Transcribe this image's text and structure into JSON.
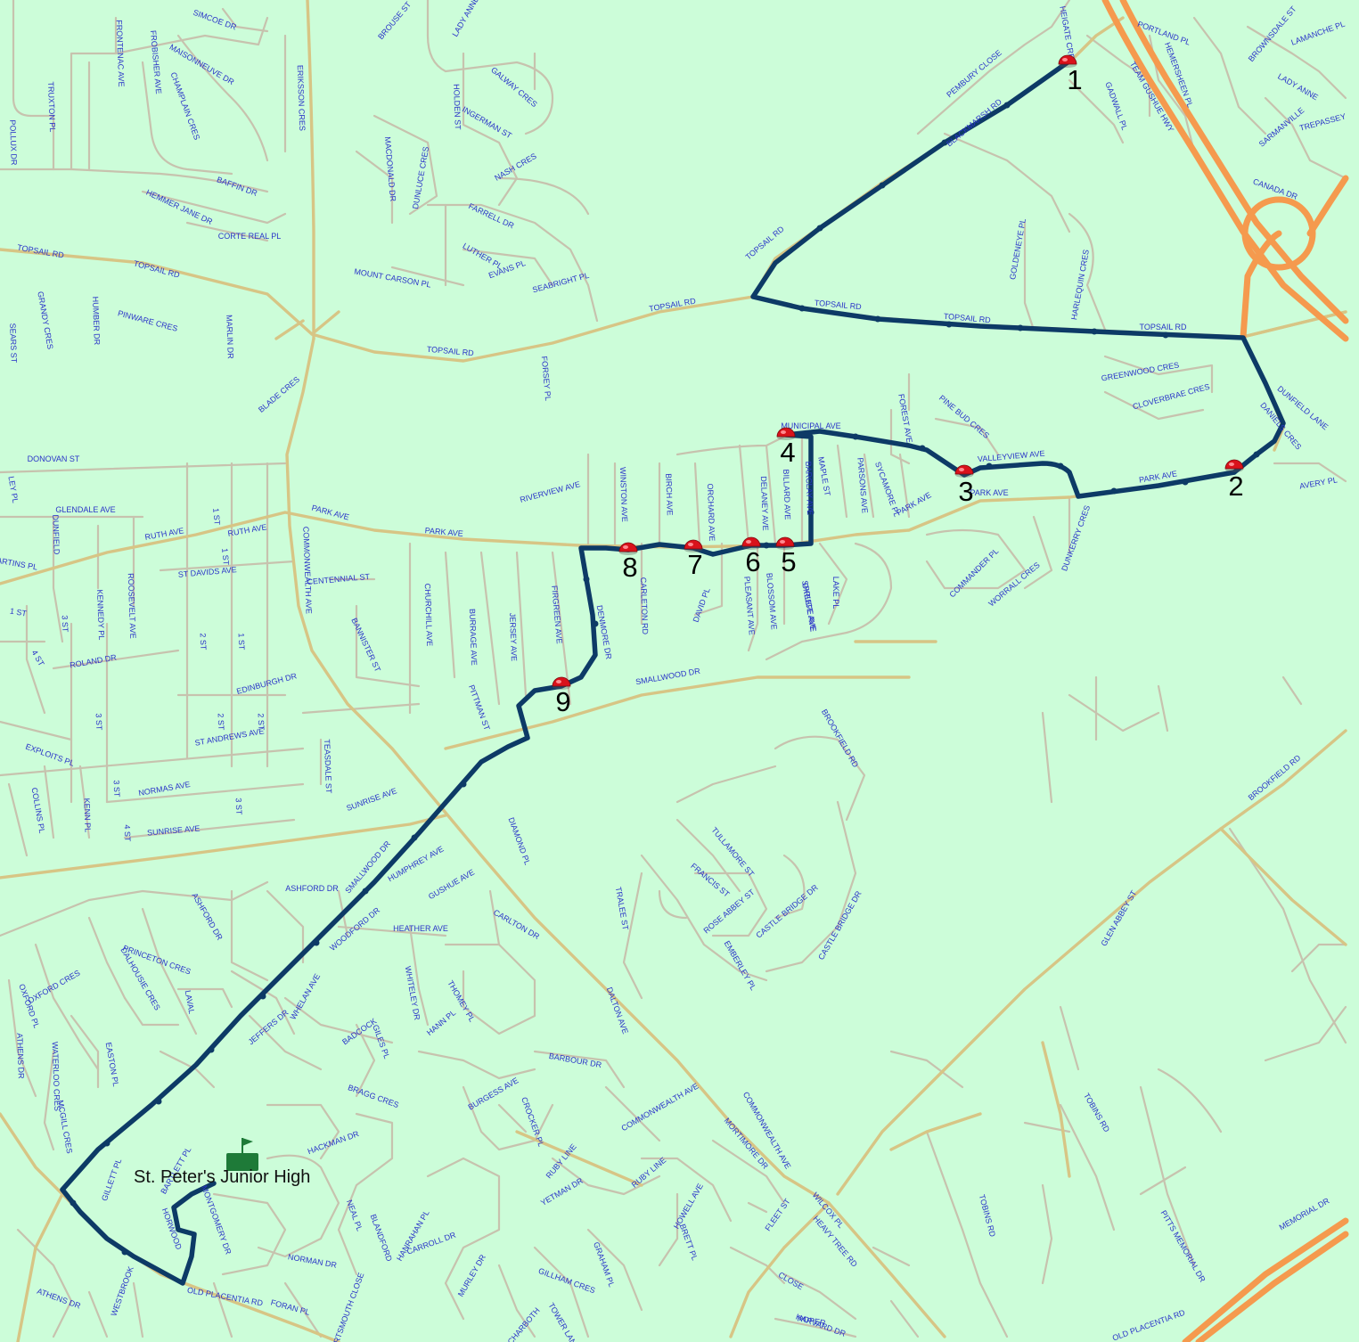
{
  "colors": {
    "background": "#ccfdd9",
    "minor_road": "#c7c2ae",
    "major_road": "#d7c585",
    "highway": "#f59a4e",
    "route": "#0d3a66",
    "stop_marker": "#d9121b",
    "street_label": "#2a34c8",
    "school_flag": "#1e7a38"
  },
  "school": {
    "label": "St. Peter's Junior High",
    "icon": "flag-icon"
  },
  "stops": [
    "1",
    "2",
    "3",
    "4",
    "5",
    "6",
    "7",
    "8",
    "9"
  ],
  "streets": [
    "SIMCOE DR",
    "BROUSE ST",
    "LADY ANNE",
    "FRONTENAC AVE",
    "FROBISHER AVE",
    "MAISONNEUVE DR",
    "CHAMPLAIN CRES",
    "ERIKSSON CRES",
    "TRUXTON PL",
    "POLLUX DR",
    "HOLDEN ST",
    "GALWAY CRES",
    "INGERMAN ST",
    "MACDONALD DR",
    "DUNLUCE CRES",
    "NASH CRES",
    "BAFFIN DR",
    "HEMMER JANE DR",
    "CORTE REAL PL",
    "FARRELL DR",
    "TOPSAIL RD",
    "TOPSAIL RD",
    "LUTHER PL",
    "EVANS PL",
    "MOUNT CARSON PL",
    "SEABRIGHT PL",
    "TOPSAIL RD",
    "TOPSAIL RD",
    "TOPSAIL RD",
    "TOPSAIL RD",
    "TOPSAIL RD",
    "TOPSAIL RD",
    "GRANDY CRES",
    "PINWARE CRES",
    "HUMBER DR",
    "MARLIN DR",
    "BLADE CRES",
    "FORSEY PL",
    "PEMBURY CLOSE",
    "BLACKMARSH RD",
    "GADWALL PL",
    "HEIGATE CRES",
    "HEMERSHEEN PL",
    "TEAM GUSHUE HWY",
    "PORTLAND PL",
    "BROWNSDALE ST",
    "LAMANCHE PL",
    "SARMANVILLE",
    "TREPASSEY",
    "CANADA DR",
    "GOLDENEYE PL",
    "HARLEQUIN CRES",
    "GREENWOOD CRES",
    "CLOVERBRAE CRES",
    "DUNFIELD LANE",
    "AVERY PL",
    "PARK AVE",
    "PARK AVE",
    "PARK AVE",
    "PARK AVE",
    "PARK AVE",
    "RUTH AVE",
    "RUTH AVE",
    "GLENDALE AVE",
    "DONOVAN ST",
    "ST DAVIDS AVE",
    "CENTENNIAL ST",
    "COMMONWEALTH AVE",
    "ROOSEVELT AVE",
    "KENNEDY PL",
    "ROLAND DR",
    "EDINBURGH DR",
    "ST ANDREWS AVE",
    "TEASDALE ST",
    "NORMAS AVE",
    "SUNRISE AVE",
    "SUNRISE AVE",
    "SMALLWOOD DR",
    "SMALLWOOD DR",
    "CHURCHILL AVE",
    "BURRAGE AVE",
    "JERSEY AVE",
    "FIRGREEN AVE",
    "BANNISTER ST",
    "PITTMAN ST",
    "RIVERVIEW AVE",
    "WINSTON AVE",
    "BIRCH AVE",
    "ORCHARD AVE",
    "DELANEY AVE",
    "BILLARD AVE",
    "BARCLAY AVE",
    "MAPLE ST",
    "PARSONS AVE",
    "SYCAMORE PL",
    "FOREST AVE",
    "PINE BUD CRES",
    "VALLEYVIEW AVE",
    "MUNICIPAL AVE",
    "DENMORE DR",
    "CARLETON RD",
    "DAVID PL",
    "PLEASANT AVE",
    "BLOSSOM AVE",
    "OKEEFE AVE",
    "LAKE PL",
    "SPRUCE AVE",
    "COMMANDER PL",
    "WORRALL CRES",
    "DUNKERRY CRES",
    "BROOKFIELD RD",
    "BROOKFIELD RD",
    "GLEN ABBEY ST",
    "TULLAMORE ST",
    "FRANCIS ST",
    "ROSE ABBEY ST",
    "CASTLE BRIDGE DR",
    "CASTLE BRIDGE DR",
    "TRALEE ST",
    "EMBERLEY PL",
    "DIAMOND PL",
    "HUMPHREY AVE",
    "GUSHUE AVE",
    "CARLTON DR",
    "ASHFORD DR",
    "ASHFORD DR",
    "OXFORD PL",
    "WOODFORD DR",
    "HEATHER AVE",
    "WHELAN AVE",
    "JEFFERS DR",
    "BADCOCK",
    "GILES PL",
    "WHITELEY DR",
    "THOMEY PL",
    "HANN PL",
    "DALTON AVE",
    "BARBOUR DR",
    "BURGESS AVE",
    "CROCKER PL",
    "COMMONWEALTH AVE",
    "COMMONWEALTH AVE",
    "WILCOX PL",
    "MORTIMORE DR",
    "RUBY LINE",
    "RUBY LINE",
    "YETMAN DR",
    "BRAGG CRES",
    "HACKMAN DR",
    "NEAL PL",
    "BLANDFORD",
    "NORMAN DR",
    "HORWOOD",
    "HANRAHAN PL",
    "CARROLL DR",
    "MURLEY DR",
    "GILLHAM CRES",
    "GRAHAM PL",
    "BRETT PL",
    "FLEET ST",
    "HEAVY TREE RD",
    "TOBINS RD",
    "TOBINS RD",
    "PITTS MEMORIAL DR",
    "MEMORIAL DR",
    "OLD PLACENTIA RD",
    "OLD PLACENTIA RD",
    "ATHENS DR",
    "ATHENS DR",
    "WESTBROOK",
    "TOWER LANE",
    "CHARBOTH",
    "HARVARD DR",
    "DALHOUSIE CRES",
    "PRINCETON CRES",
    "LAVAL",
    "WATERLOO CRES",
    "MCGILL CRES",
    "OXFORD CRES",
    "EASTON PL",
    "GILLETT PL",
    "FORAN PL",
    "PORTSMOUTH CLOSE",
    "CLOSE",
    "ROPER",
    "HOWELL AVE",
    "MONTGOMERY DR",
    "BARTLETT PL",
    "1 ST",
    "1 ST",
    "1 ST",
    "1 ST",
    "2 ST",
    "2 ST",
    "2 ST",
    "3 ST",
    "3 ST",
    "3 ST",
    "3 ST",
    "4 ST",
    "4 ST",
    "KENN PL",
    "COLLINS PL",
    "EXPLOITS PL",
    "SEARS ST",
    "LEY PL",
    "MARTINS PL",
    "DUNFIELD",
    "DANIELS CRES",
    "LADY ANNE"
  ]
}
